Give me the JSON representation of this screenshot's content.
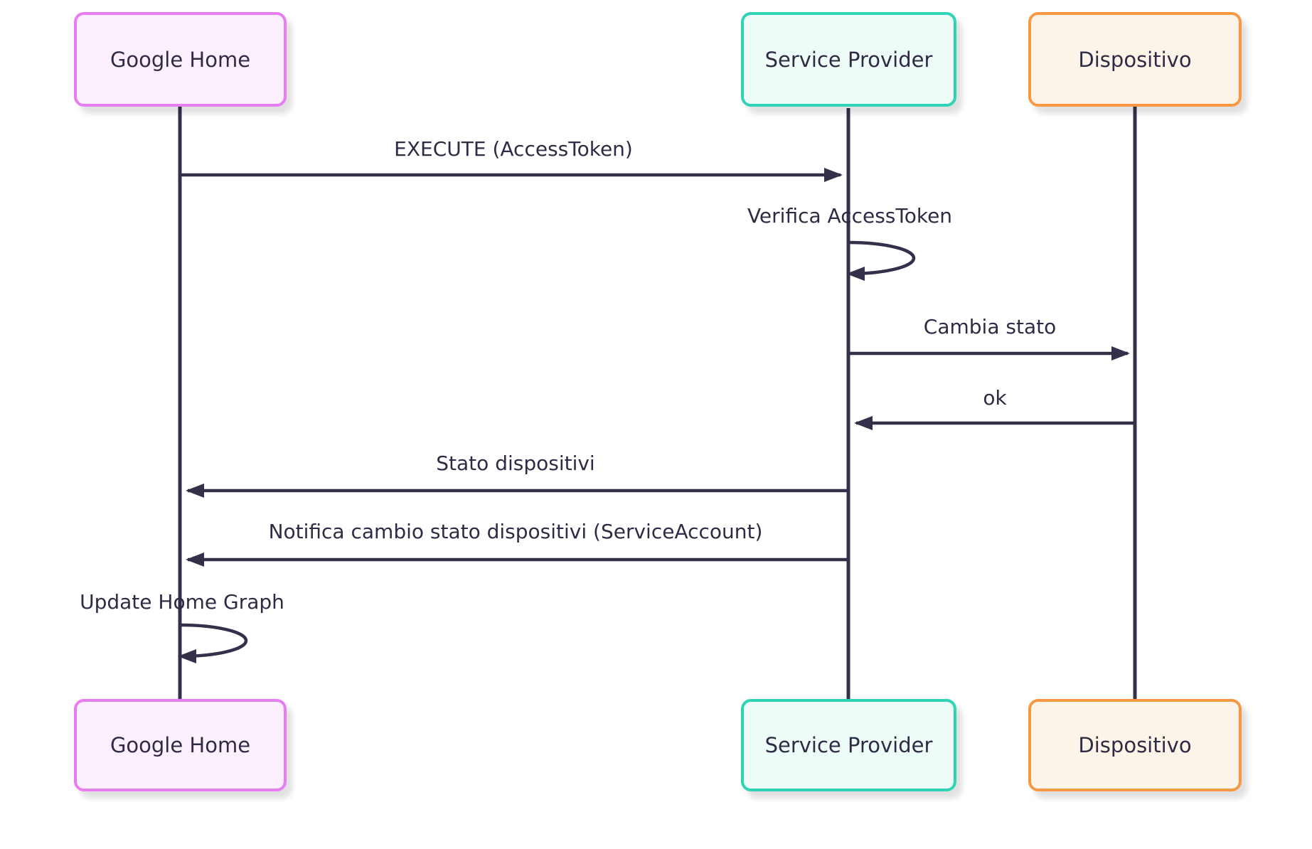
{
  "diagram": {
    "type": "sequence-diagram",
    "actors": [
      {
        "id": "google-home",
        "label": "Google Home",
        "border": "#e87df2",
        "fill": "#fdf0fe"
      },
      {
        "id": "service-provider",
        "label": "Service Provider",
        "border": "#2fd3b5",
        "fill": "#eefcf8"
      },
      {
        "id": "dispositivo",
        "label": "Dispositivo",
        "border": "#f79845",
        "fill": "#fdf4e9"
      }
    ],
    "messages": [
      {
        "label": "EXECUTE (AccessToken)",
        "from": "Google Home",
        "to": "Service Provider",
        "kind": "arrow"
      },
      {
        "label": "Verifica AccessToken",
        "from": "Service Provider",
        "to": "Service Provider",
        "kind": "self-loop"
      },
      {
        "label": "Cambia stato",
        "from": "Service Provider",
        "to": "Dispositivo",
        "kind": "arrow"
      },
      {
        "label": "ok",
        "from": "Dispositivo",
        "to": "Service Provider",
        "kind": "arrow"
      },
      {
        "label": "Stato dispositivi",
        "from": "Service Provider",
        "to": "Google Home",
        "kind": "arrow"
      },
      {
        "label": "Notifica cambio stato dispositivi (ServiceAccount)",
        "from": "Service Provider",
        "to": "Google Home",
        "kind": "arrow"
      },
      {
        "label": "Update Home Graph",
        "from": "Google Home",
        "to": "Google Home",
        "kind": "self-loop"
      }
    ],
    "colors": {
      "line": "#33304a",
      "text": "#2f2b45",
      "background": "#ffffff"
    }
  }
}
